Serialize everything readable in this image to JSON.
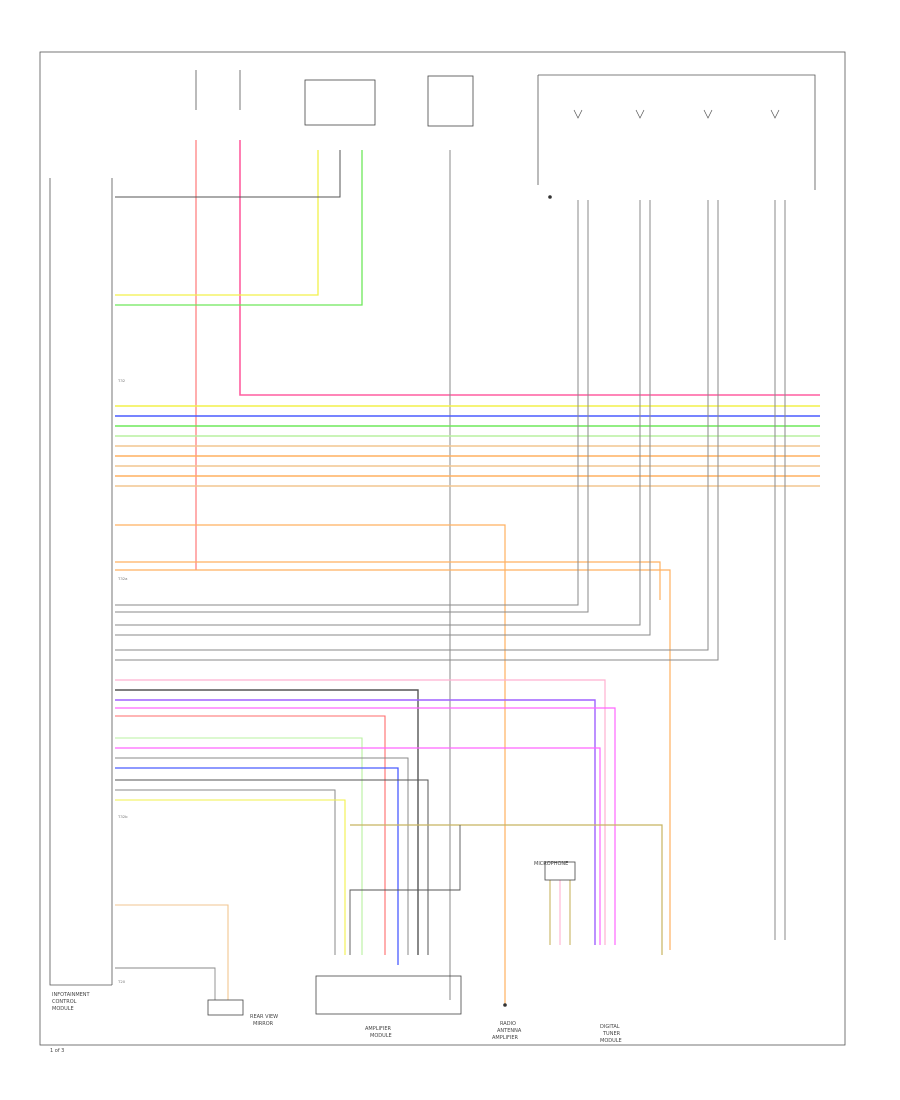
{
  "colors": {
    "pink": "#ff5fa0",
    "red": "#ff6b6b",
    "yellow": "#f2f04a",
    "green": "#6ee85a",
    "blue": "#4a5cff",
    "lightgreen": "#b8f0a0",
    "orange": "#ffb060",
    "tan": "#f2c690",
    "gray": "#8a8a8a",
    "darkgray": "#555555",
    "violet": "#a060ff",
    "magenta": "#ff66ff",
    "lightpink": "#ffb0d0",
    "olive": "#c8b460",
    "frame": "#333333"
  },
  "labels": {
    "main_module": [
      "INFOTAINMENT",
      "CONTROL",
      "MODULE"
    ],
    "speaker_unit": [
      "AMPLIFIER",
      "MODULE"
    ],
    "digital_module": [
      "DIGITAL",
      "TUNER",
      "MODULE"
    ],
    "radio_antenna": [
      "RADIO",
      "ANTENNA",
      "AMPLIFIER"
    ],
    "mirror_module": [
      "REAR VIEW",
      "MIRROR"
    ],
    "microphone": [
      "MICROPHONE"
    ],
    "page_ref": "1 of 3"
  },
  "connectors": {
    "left": "T32",
    "mid": "T32a",
    "lower": "T32b",
    "bottom": "T20"
  }
}
